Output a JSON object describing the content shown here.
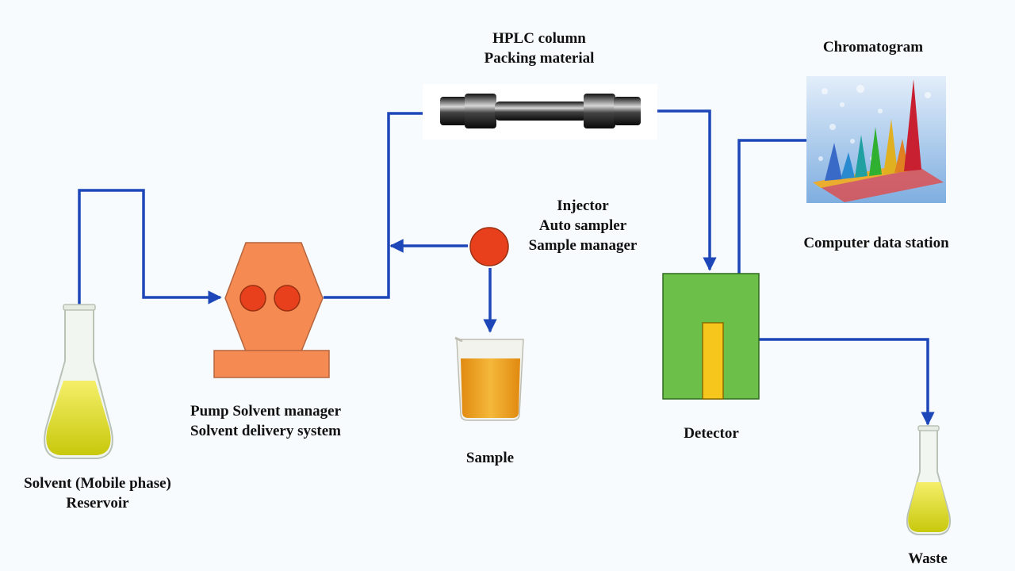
{
  "labels": {
    "reservoir": [
      "Solvent (Mobile phase)",
      "Reservoir"
    ],
    "pump": [
      "Pump Solvent manager",
      "Solvent delivery system"
    ],
    "column": [
      "HPLC column",
      "Packing material"
    ],
    "injector": [
      "Injector",
      "Auto sampler",
      "Sample manager"
    ],
    "sample": "Sample",
    "detector": "Detector",
    "chromatogram": "Chromatogram",
    "data_station": "Computer data station",
    "waste": "Waste"
  },
  "colors": {
    "flow_line": "#1d47b8",
    "pump": "#f58b52",
    "pump_port": "#e8401c",
    "injector": "#e8401c",
    "detector_body": "#6cc04a",
    "detector_cell": "#f7c61c",
    "solvent": "#e8e21e",
    "sample_liquid": "#f0a020"
  },
  "icons": {
    "reservoir": "erlenmeyer-flask-icon",
    "waste": "erlenmeyer-flask-icon",
    "sample": "beaker-icon",
    "column": "hplc-column-icon",
    "chromatogram": "chromatogram-3d-icon"
  }
}
